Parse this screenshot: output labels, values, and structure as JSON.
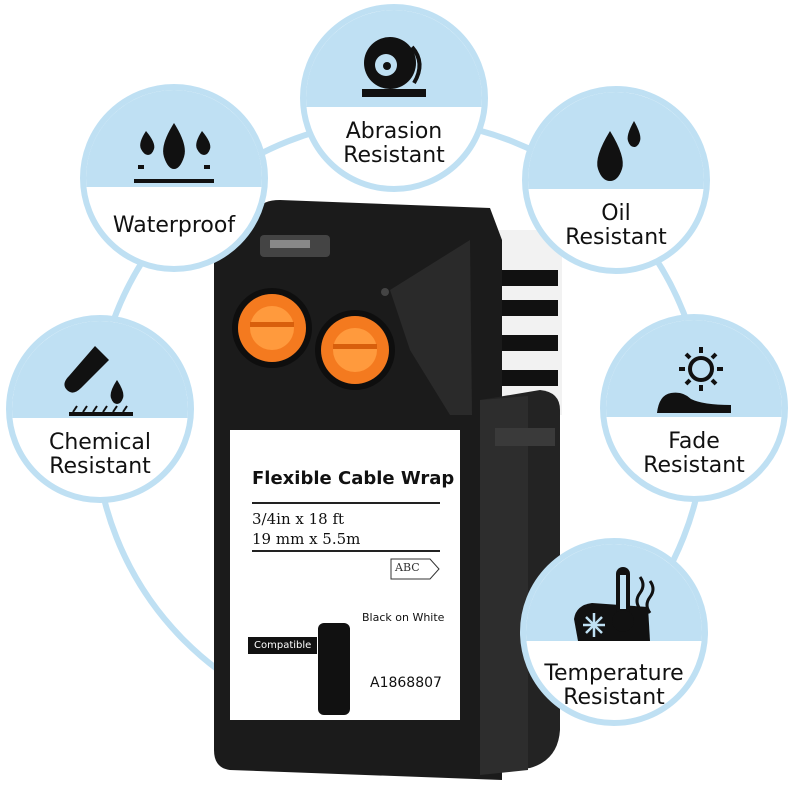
{
  "features": [
    {
      "name": "abrasion",
      "lines": [
        "Abrasion",
        "Resistant"
      ],
      "icon": "tape-roll-icon"
    },
    {
      "name": "waterproof",
      "lines": [
        "Waterproof"
      ],
      "icon": "water-drops-icon"
    },
    {
      "name": "oil",
      "lines": [
        "Oil",
        "Resistant"
      ],
      "icon": "oil-drops-icon"
    },
    {
      "name": "chemical",
      "lines": [
        "Chemical",
        "Resistant"
      ],
      "icon": "test-tube-icon"
    },
    {
      "name": "fade",
      "lines": [
        "Fade",
        "Resistant"
      ],
      "icon": "sun-fade-icon"
    },
    {
      "name": "temperature",
      "lines": [
        "Temperature",
        "Resistant"
      ],
      "icon": "thermometer-snowflake-icon"
    }
  ],
  "label": {
    "title": "Flexible Cable Wrap",
    "size_imperial": "3/4in x 18 ft",
    "size_metric": "19 mm x 5.5m",
    "sample_text": "ABC",
    "color_scheme": "Black on White",
    "compatible_badge": "Compatible",
    "part_number": "A1868807"
  },
  "colors": {
    "badge_blue": "#bfe0f3",
    "cartridge": "#1b1b1b",
    "spool_orange": "#f47a1f"
  }
}
